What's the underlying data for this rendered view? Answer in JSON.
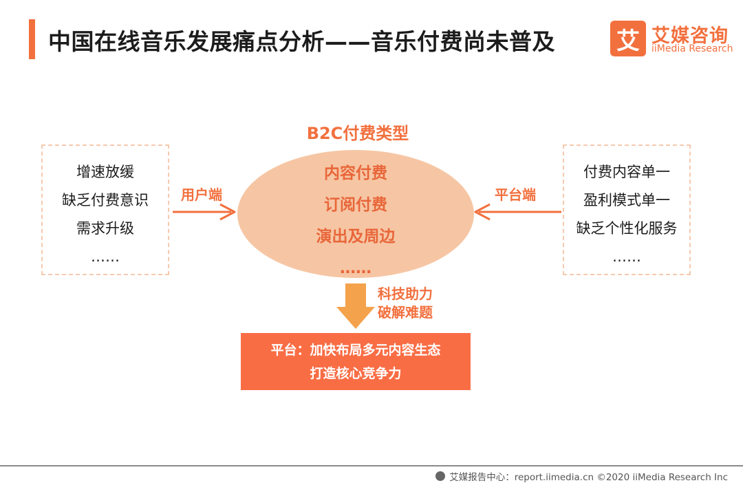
{
  "header": {
    "title": "中国在线音乐发展痛点分析——音乐付费尚未普及",
    "accent_color": "#f2703e"
  },
  "logo": {
    "mark": "艾",
    "name_cn": "艾媒咨询",
    "name_en": "iiMedia Research"
  },
  "diagram": {
    "center_title": "B2C付费类型",
    "center_items": [
      "内容付费",
      "订阅付费",
      "演出及周边",
      "……"
    ],
    "left_items": [
      "增速放缓",
      "缺乏付费意识",
      "需求升级",
      "……"
    ],
    "right_items": [
      "付费内容单一",
      "盈利模式单一",
      "缺乏个性化服务",
      "……"
    ],
    "left_connector": "用户端",
    "right_connector": "平台端",
    "tech_lines": [
      "科技助力",
      "破解难题"
    ],
    "result_lines": [
      "平台：加快布局多元内容生态",
      "打造核心竞争力"
    ],
    "colors": {
      "peach": "#f6c6a4",
      "dash": "#f6c9ad",
      "result": "#f96d45",
      "arrow_orange": "#f4a24c",
      "connector": "#f2703e"
    }
  },
  "footer": {
    "text": "艾媒报告中心：report.iimedia.cn ©2020 iiMedia Research Inc"
  }
}
